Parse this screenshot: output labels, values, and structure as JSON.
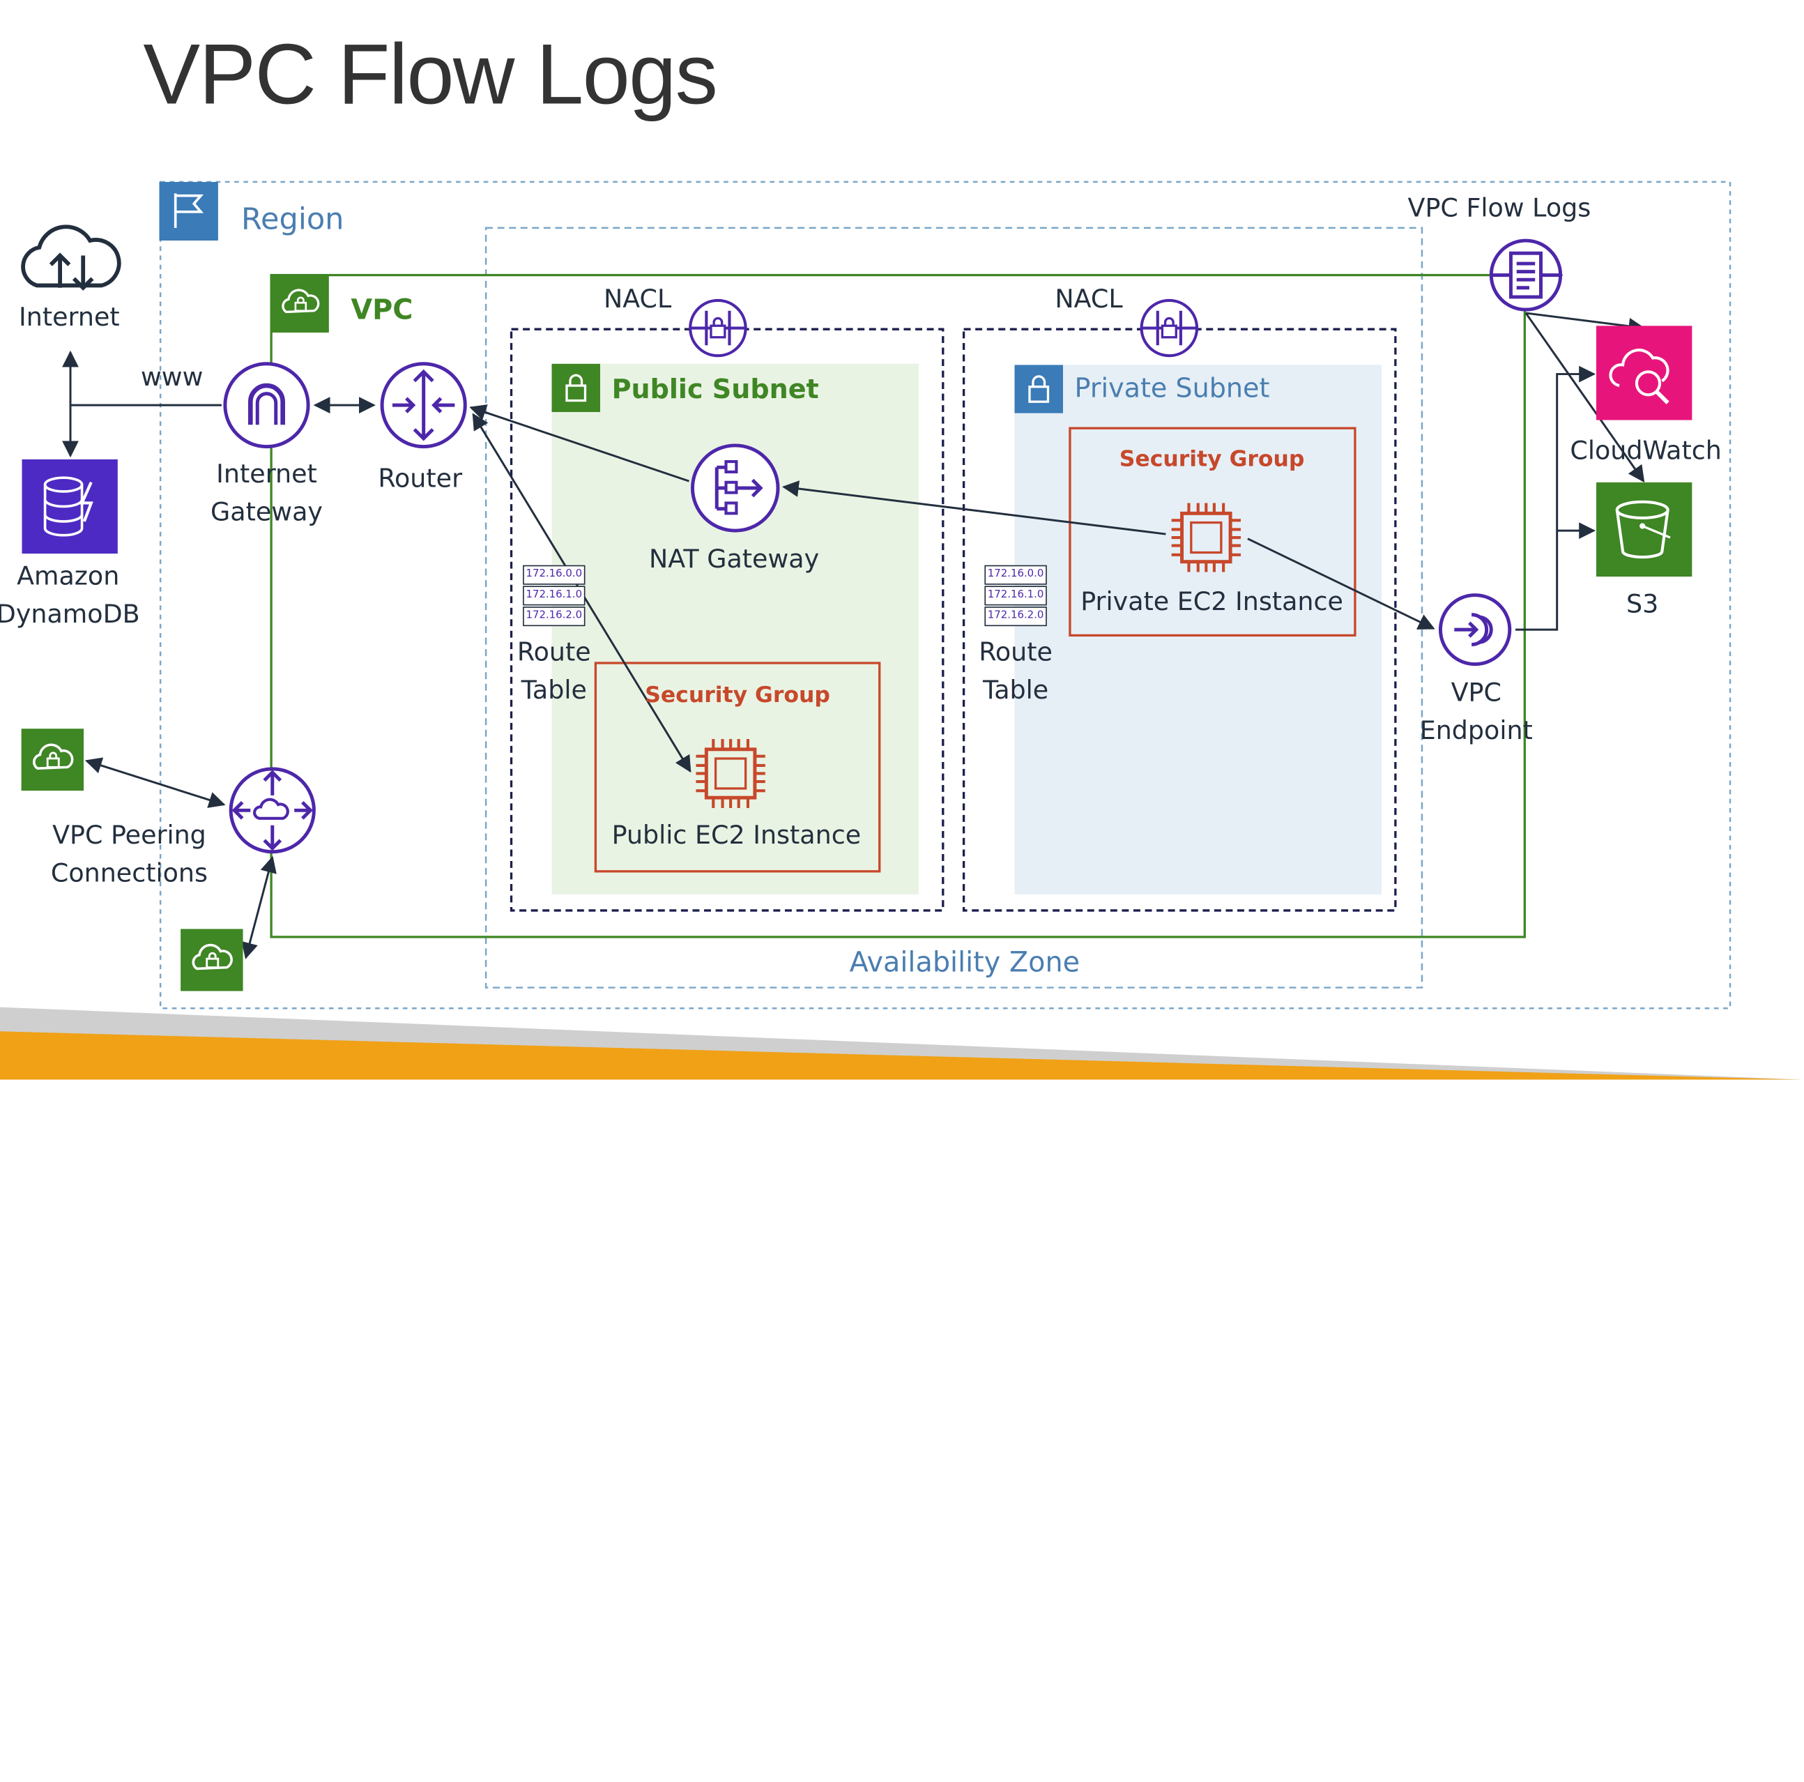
{
  "title": "VPC Flow Logs",
  "colors": {
    "region": "#4a7eb0",
    "vpc_green": "#3f8624",
    "purple": "#4d27aa",
    "red_sg": "#c7482b",
    "dynamo": "#4d2ac3",
    "cloudwatch": "#e7157b",
    "s3": "#3f8624",
    "orange_bar": "#f0a116",
    "public_subnet_bg": "#e9f3e3",
    "private_subnet_bg": "#e6eff6"
  },
  "labels": {
    "region": "Region",
    "vpc": "VPC",
    "availability_zone": "Availability Zone",
    "nacl_public": "NACL",
    "nacl_private": "NACL",
    "public_subnet": "Public Subnet",
    "private_subnet": "Private Subnet",
    "internet": "Internet",
    "www": "www",
    "amazon": "Amazon",
    "dynamodb": "DynamoDB",
    "internet_gw_1": "Internet",
    "internet_gw_2": "Gateway",
    "router": "Router",
    "nat_gateway": "NAT Gateway",
    "route_table_pub_1": "Route",
    "route_table_pub_2": "Table",
    "route_table_priv_1": "Route",
    "route_table_priv_2": "Table",
    "sg_public": "Security Group",
    "sg_private": "Security Group",
    "public_ec2": "Public EC2 Instance",
    "private_ec2": "Private EC2 Instance",
    "vpc_flow_logs": "VPC Flow Logs",
    "cloudwatch": "CloudWatch",
    "s3": "S3",
    "vpc_endpoint_1": "VPC",
    "vpc_endpoint_2": "Endpoint",
    "vpc_peering_1": "VPC Peering",
    "vpc_peering_2": "Connections"
  },
  "route_entries": [
    "172.16.0.0",
    "172.16.1.0",
    "172.16.2.0"
  ]
}
